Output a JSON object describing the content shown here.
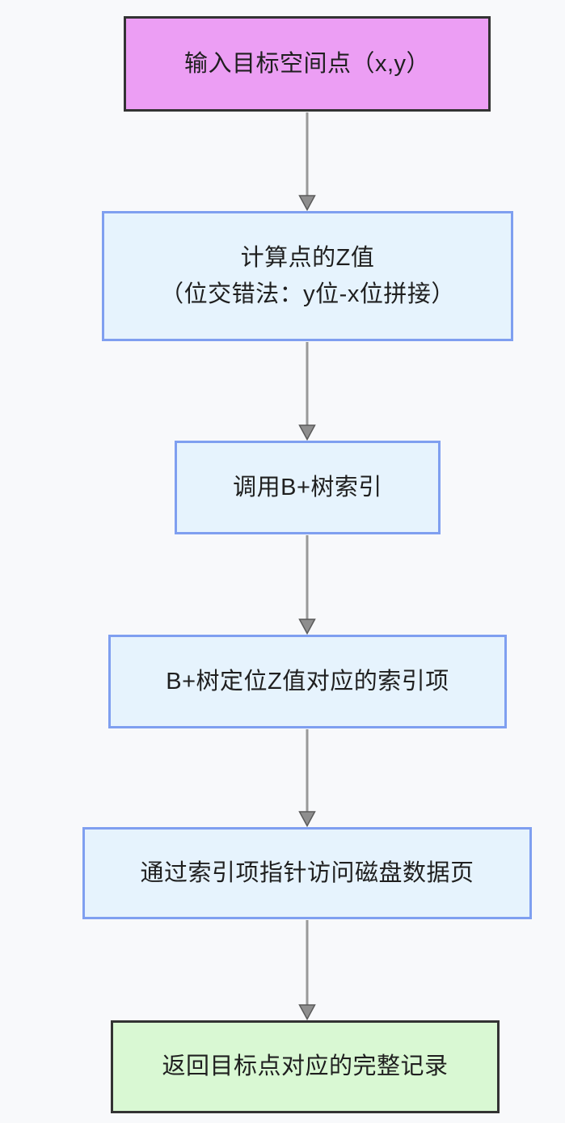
{
  "flowchart": {
    "background_color": "#f8f9fb",
    "direction": "top-down",
    "nodes": [
      {
        "id": "input-point",
        "lines": [
          "输入目标空间点（x,y）"
        ],
        "fill": "#ec9ef4",
        "border": "#333333",
        "text_color": "#1f1f1f",
        "role": "start"
      },
      {
        "id": "compute-z",
        "lines": [
          "计算点的Z值",
          "（位交错法：y位-x位拼接）"
        ],
        "fill": "#e6f3fd",
        "border": "#7f9ff0",
        "text_color": "#1f1f1f",
        "role": "process"
      },
      {
        "id": "call-btree-index",
        "lines": [
          "调用B+树索引"
        ],
        "fill": "#e6f3fd",
        "border": "#7f9ff0",
        "text_color": "#1f1f1f",
        "role": "process"
      },
      {
        "id": "locate-index-entry",
        "lines": [
          "B+树定位Z值对应的索引项"
        ],
        "fill": "#e6f3fd",
        "border": "#7f9ff0",
        "text_color": "#1f1f1f",
        "role": "process"
      },
      {
        "id": "access-disk-page",
        "lines": [
          "通过索引项指针访问磁盘数据页"
        ],
        "fill": "#e6f3fd",
        "border": "#7f9ff0",
        "text_color": "#1f1f1f",
        "role": "process"
      },
      {
        "id": "return-record",
        "lines": [
          "返回目标点对应的完整记录"
        ],
        "fill": "#d9f8d3",
        "border": "#333333",
        "text_color": "#1f1f1f",
        "role": "end"
      }
    ],
    "edges": [
      {
        "from": "input-point",
        "to": "compute-z"
      },
      {
        "from": "compute-z",
        "to": "call-btree-index"
      },
      {
        "from": "call-btree-index",
        "to": "locate-index-entry"
      },
      {
        "from": "locate-index-entry",
        "to": "access-disk-page"
      },
      {
        "from": "access-disk-page",
        "to": "return-record"
      }
    ],
    "arrow": {
      "shaft_color": "#999999",
      "head_fill": "#8e8e8e",
      "head_stroke": "#5a5a5a"
    }
  }
}
